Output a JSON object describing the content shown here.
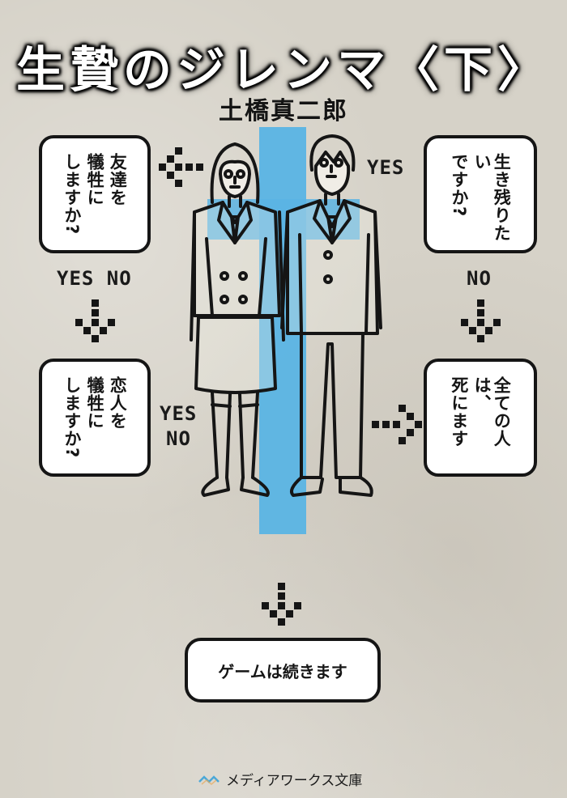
{
  "cover": {
    "title": "生贄のジレンマ〈下〉",
    "author": "土橋真二郎",
    "publisher": "メディアワークス文庫"
  },
  "flowchart": {
    "box_top_left": [
      "友達を",
      "犠牲に",
      "しますか?"
    ],
    "box_top_right": [
      "生き残りたい",
      "ですか?"
    ],
    "box_mid_left": [
      "恋人を",
      "犠牲に",
      "しますか?"
    ],
    "box_mid_right": [
      "全ての人は、",
      "死にます"
    ],
    "box_bottom": "ゲームは続きます",
    "labels": {
      "yes_right": "YES",
      "yes_no_left": "YES NO",
      "no_right": "NO",
      "yes_center": "YES",
      "no_center": "NO"
    }
  },
  "colors": {
    "background": "#d6d2c8",
    "cross_blue": "#5ab4e4",
    "ink": "#151515",
    "box_fill": "#ffffff"
  },
  "icons": {
    "publisher_logo": "wave-logo-icon",
    "arrows": [
      "pixel-arrow-left",
      "pixel-arrow-down",
      "pixel-arrow-down",
      "pixel-arrow-right",
      "pixel-arrow-down"
    ]
  }
}
